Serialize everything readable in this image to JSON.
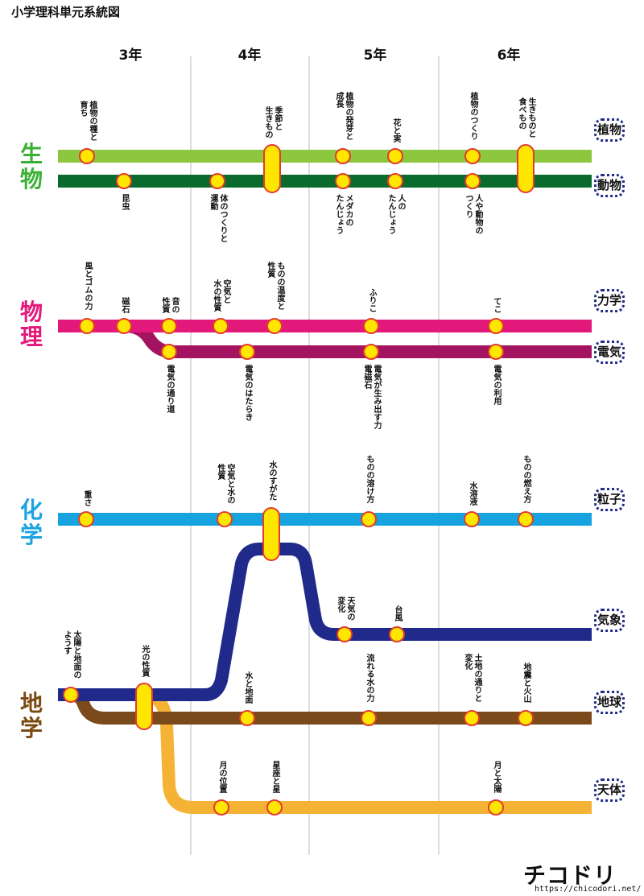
{
  "title": "小学理科単元系統図",
  "grades": [
    "3年",
    "4年",
    "5年",
    "6年"
  ],
  "fields": [
    {
      "id": "bio",
      "label": "生物",
      "color": "#3bb034"
    },
    {
      "id": "phy",
      "label": "物理",
      "color": "#e2197b"
    },
    {
      "id": "chem",
      "label": "化学",
      "color": "#1aa3e0"
    },
    {
      "id": "earth",
      "label": "地学",
      "color": "#7b4a12"
    }
  ],
  "lines": [
    {
      "id": "plant",
      "name": "植物",
      "color": "#8dc63f"
    },
    {
      "id": "animal",
      "name": "動物",
      "color": "#0b6b2e"
    },
    {
      "id": "force",
      "name": "力学",
      "color": "#e2197b"
    },
    {
      "id": "electric",
      "name": "電気",
      "color": "#a3135f"
    },
    {
      "id": "particle",
      "name": "粒子",
      "color": "#17a3e0"
    },
    {
      "id": "weather",
      "name": "気象",
      "color": "#1f2a8a"
    },
    {
      "id": "earth",
      "name": "地球",
      "color": "#7b4a1b"
    },
    {
      "id": "space",
      "name": "天体",
      "color": "#f5b335"
    }
  ],
  "units": [
    {
      "id": "u1",
      "label": "植物の種と\n育ち"
    },
    {
      "id": "u2",
      "label": "昆虫"
    },
    {
      "id": "u3",
      "label": "体のつくりと\n運動"
    },
    {
      "id": "u4",
      "label": "季節と\n生きもの"
    },
    {
      "id": "u5",
      "label": "植物の発芽と\n成長"
    },
    {
      "id": "u6",
      "label": "メダカの\nたんじょう"
    },
    {
      "id": "u7",
      "label": "花と実"
    },
    {
      "id": "u8",
      "label": "人の\nたんじょう"
    },
    {
      "id": "u9",
      "label": "植物のつくり"
    },
    {
      "id": "u10",
      "label": "人や動物の\nつくり"
    },
    {
      "id": "u11",
      "label": "生きものと\n食べもの"
    },
    {
      "id": "u12",
      "label": "風とゴムの力"
    },
    {
      "id": "u13",
      "label": "磁石"
    },
    {
      "id": "u14",
      "label": "音の\n性質"
    },
    {
      "id": "u15",
      "label": "電気の通り道"
    },
    {
      "id": "u16",
      "label": "空気と\n水の性質"
    },
    {
      "id": "u17",
      "label": "電気のはたらき"
    },
    {
      "id": "u18",
      "label": "ものの温度と\n性質"
    },
    {
      "id": "u19",
      "label": "ふりこ"
    },
    {
      "id": "u20",
      "label": "電気が生み出す力\n電磁石"
    },
    {
      "id": "u21",
      "label": "てこ"
    },
    {
      "id": "u22",
      "label": "電気の利用"
    },
    {
      "id": "u23",
      "label": "重さ"
    },
    {
      "id": "u24",
      "label": "空気と水の\n性質"
    },
    {
      "id": "u25",
      "label": "水のすがた"
    },
    {
      "id": "u26",
      "label": "ものの溶け方"
    },
    {
      "id": "u27",
      "label": "水溶液"
    },
    {
      "id": "u28",
      "label": "ものの燃え方"
    },
    {
      "id": "u29",
      "label": "天気の\n変化"
    },
    {
      "id": "u30",
      "label": "台風"
    },
    {
      "id": "u31",
      "label": "太陽と地面の\nようす"
    },
    {
      "id": "u32",
      "label": "光の性質"
    },
    {
      "id": "u33",
      "label": "水と地面"
    },
    {
      "id": "u34",
      "label": "流れる水の力"
    },
    {
      "id": "u35",
      "label": "土地の通りと\n変化"
    },
    {
      "id": "u36",
      "label": "地震と火山"
    },
    {
      "id": "u37",
      "label": "月の位置"
    },
    {
      "id": "u38",
      "label": "星座と星"
    },
    {
      "id": "u39",
      "label": "月と太陽"
    }
  ],
  "footer": {
    "logo": "チコドリ",
    "url": "https://chicodori.net/"
  }
}
